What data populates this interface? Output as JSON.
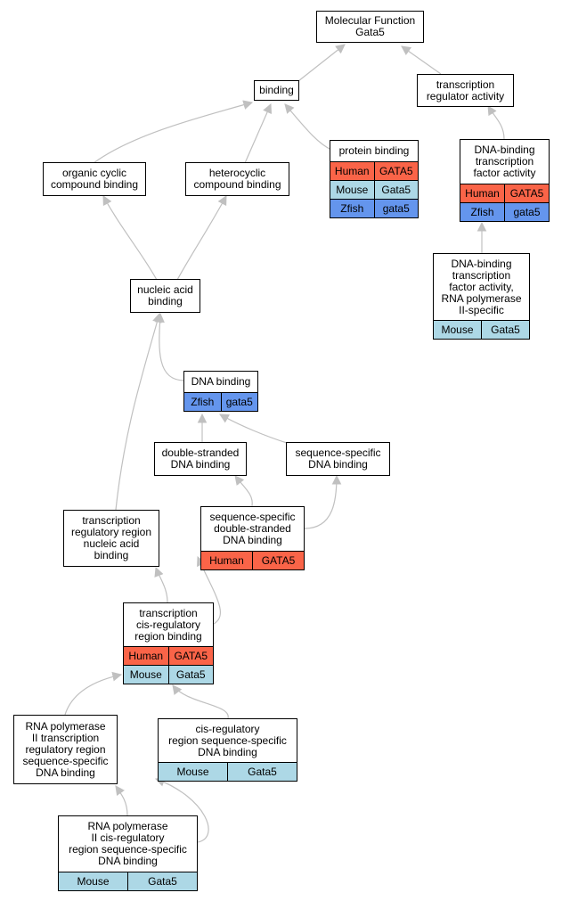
{
  "nodes": {
    "mf": {
      "label": "Molecular Function\nGata5",
      "rows": []
    },
    "binding": {
      "label": "binding",
      "rows": []
    },
    "tra": {
      "label": "transcription\nregulator activity",
      "rows": []
    },
    "ocb": {
      "label": "organic cyclic\ncompound binding",
      "rows": []
    },
    "hcb": {
      "label": "heterocyclic\ncompound binding",
      "rows": []
    },
    "pb": {
      "label": "protein binding",
      "rows": [
        {
          "species": "Human",
          "gene": "GATA5"
        },
        {
          "species": "Mouse",
          "gene": "Gata5"
        },
        {
          "species": "Zfish",
          "gene": "gata5"
        }
      ]
    },
    "dbtfa": {
      "label": "DNA-binding\ntranscription\nfactor activity",
      "rows": [
        {
          "species": "Human",
          "gene": "GATA5"
        },
        {
          "species": "Zfish",
          "gene": "gata5"
        }
      ]
    },
    "nab": {
      "label": "nucleic acid\nbinding",
      "rows": []
    },
    "dbtfa2": {
      "label": "DNA-binding\ntranscription\nfactor activity,\nRNA polymerase\nII-specific",
      "rows": [
        {
          "species": "Mouse",
          "gene": "Gata5"
        }
      ]
    },
    "dnab": {
      "label": "DNA binding",
      "rows": [
        {
          "species": "Zfish",
          "gene": "gata5"
        }
      ]
    },
    "dsdb": {
      "label": "double-stranded\nDNA binding",
      "rows": []
    },
    "ssdb": {
      "label": "sequence-specific\nDNA binding",
      "rows": []
    },
    "trrnab": {
      "label": "transcription\nregulatory region\nnucleic acid\nbinding",
      "rows": []
    },
    "ssdsdb": {
      "label": "sequence-specific\ndouble-stranded\nDNA binding",
      "rows": [
        {
          "species": "Human",
          "gene": "GATA5"
        }
      ]
    },
    "tcrrb": {
      "label": "transcription\ncis-regulatory\nregion binding",
      "rows": [
        {
          "species": "Human",
          "gene": "GATA5"
        },
        {
          "species": "Mouse",
          "gene": "Gata5"
        }
      ]
    },
    "rnap2trr": {
      "label": "RNA polymerase\nII transcription\nregulatory region\nsequence-specific\nDNA binding",
      "rows": []
    },
    "crrssdb": {
      "label": "cis-regulatory\nregion sequence-specific\nDNA binding",
      "rows": [
        {
          "species": "Mouse",
          "gene": "Gata5"
        }
      ]
    },
    "rnap2crr": {
      "label": "RNA polymerase\nII cis-regulatory\nregion sequence-specific\nDNA binding",
      "rows": [
        {
          "species": "Mouse",
          "gene": "Gata5"
        }
      ]
    }
  },
  "edges": [
    {
      "from": "binding",
      "to": "mf"
    },
    {
      "from": "tra",
      "to": "mf"
    },
    {
      "from": "ocb",
      "to": "binding"
    },
    {
      "from": "hcb",
      "to": "binding"
    },
    {
      "from": "pb",
      "to": "binding"
    },
    {
      "from": "dbtfa",
      "to": "tra"
    },
    {
      "from": "nab",
      "to": "ocb"
    },
    {
      "from": "nab",
      "to": "hcb"
    },
    {
      "from": "dbtfa2",
      "to": "dbtfa"
    },
    {
      "from": "dnab",
      "to": "nab"
    },
    {
      "from": "dsdb",
      "to": "dnab"
    },
    {
      "from": "ssdb",
      "to": "dnab"
    },
    {
      "from": "trrnab",
      "to": "nab"
    },
    {
      "from": "ssdsdb",
      "to": "dsdb"
    },
    {
      "from": "ssdsdb",
      "to": "ssdb"
    },
    {
      "from": "tcrrb",
      "to": "trrnab"
    },
    {
      "from": "tcrrb",
      "to": "ssdsdb"
    },
    {
      "from": "rnap2trr",
      "to": "tcrrb"
    },
    {
      "from": "crrssdb",
      "to": "tcrrb"
    },
    {
      "from": "rnap2crr",
      "to": "rnap2trr"
    },
    {
      "from": "rnap2crr",
      "to": "crrssdb"
    }
  ],
  "colors": {
    "Human": "#fa6448",
    "Mouse": "#add8e6",
    "Zfish": "#6495ed",
    "edge": "#c0c0c0"
  }
}
